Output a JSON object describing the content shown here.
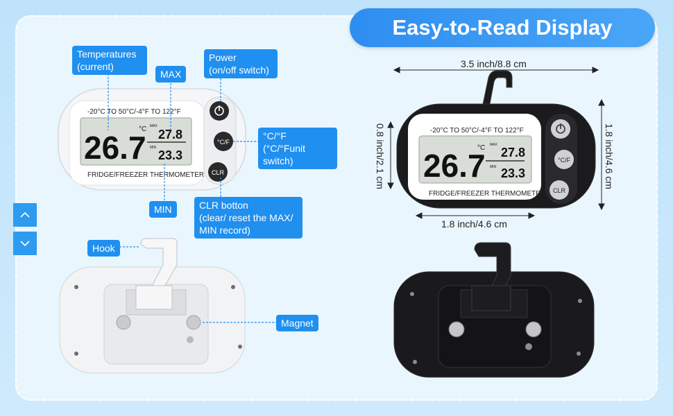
{
  "header": {
    "title": "Easy-to-Read Display"
  },
  "scroll": {
    "up_symbol": "︿",
    "down_symbol": "﹀"
  },
  "device": {
    "range_text": "-20°C TO 50°C/-4°F TO 122°F",
    "label": "FRIDGE/FREEZER THERMOMETER",
    "current_temp": "26.7",
    "unit": "°C",
    "max_tag": "MAX",
    "min_tag": "MIN",
    "max_value": "27.8",
    "min_value": "23.3",
    "btn_unit": "°C/F",
    "btn_clr": "CLR"
  },
  "callouts": {
    "temperatures": "Temperatures\n(current)",
    "max": "MAX",
    "power": "Power\n(on/off switch)",
    "unit_switch": "°C/°F\n(°C/°Funit switch)",
    "min": "MIN",
    "clr": "CLR botton\n(clear/ reset the MAX/\nMIN record)",
    "hook": "Hook",
    "magnet": "Magnet"
  },
  "dimensions": {
    "width": "3.5 inch/8.8 cm",
    "height_left": "0.8 inch/2.1 cm",
    "height_right": "1.8 inch/4.6 cm",
    "screen_width": "1.8 inch/4.6 cm"
  },
  "colors": {
    "accent": "#1f8ff0",
    "lcd": "#d8dcd6",
    "white_body": "#f4f5f7",
    "black_body": "#1b1b1d"
  }
}
